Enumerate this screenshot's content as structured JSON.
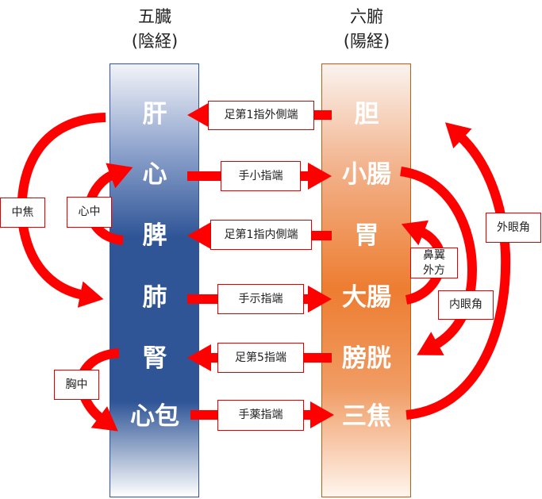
{
  "headers": {
    "left_title": "五臓",
    "left_sub": "(陰経)",
    "right_title": "六腑",
    "right_sub": "(陽経)"
  },
  "zang": [
    "肝",
    "心",
    "脾",
    "肺",
    "腎",
    "心包"
  ],
  "fu": [
    "胆",
    "小腸",
    "胃",
    "大腸",
    "膀胱",
    "三焦"
  ],
  "connectors": [
    "足第1指外側端",
    "手小指端",
    "足第1指内側端",
    "手示指端",
    "足第5指端",
    "手薬指端"
  ],
  "side_labels": {
    "chusho": "中焦",
    "shinchu": "心中",
    "kyochu": "胸中",
    "biyoku": "鼻翼外方",
    "naiganakaku": "内眼角",
    "gaiganakaku": "外眼角"
  },
  "colors": {
    "arrow": "#ff0000",
    "yin": "#2f5597",
    "yang": "#ed7d31"
  }
}
